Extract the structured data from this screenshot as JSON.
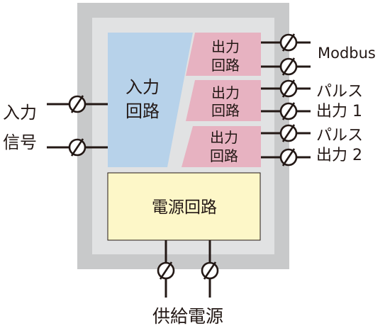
{
  "colors": {
    "outer_case": "#c8c9ca",
    "inner_case": "#e1e2e3",
    "input_block": "#b7d2ea",
    "output_block": "#e7b2c1",
    "power_block": "#fdf7c8",
    "line": "#231815"
  },
  "input_circuit": [
    "入力",
    "回路"
  ],
  "output_circuit": [
    "出力",
    "回路"
  ],
  "power_circuit": "電源回路",
  "input_signal": [
    "入力",
    "信号"
  ],
  "outputs": {
    "modbus": "Modbus",
    "pulse1": [
      "パルス",
      "出力 1"
    ],
    "pulse2": [
      "パルス",
      "出力 2"
    ]
  },
  "power_supply": "供給電源"
}
